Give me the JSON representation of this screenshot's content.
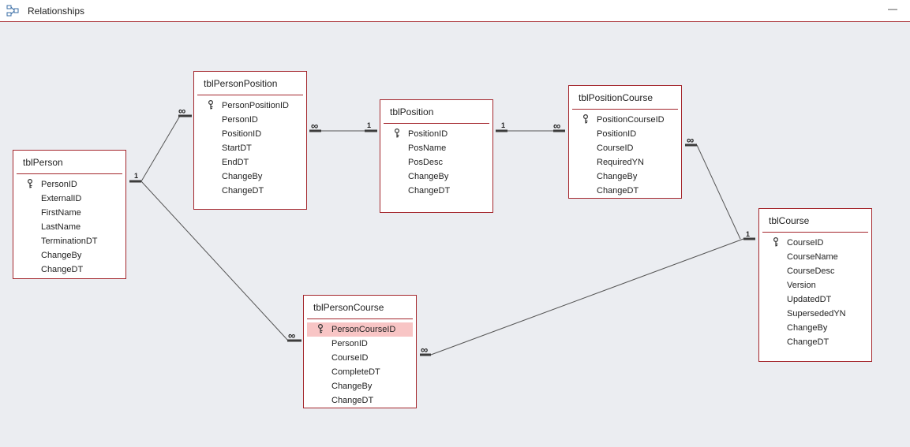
{
  "window": {
    "title": "Relationships",
    "minimize_label": "—"
  },
  "tables": {
    "tblPerson": {
      "name": "tblPerson",
      "fields": [
        "PersonID",
        "ExternalID",
        "FirstName",
        "LastName",
        "TerminationDT",
        "ChangeBy",
        "ChangeDT"
      ],
      "key_fields": [
        "PersonID"
      ]
    },
    "tblPersonPosition": {
      "name": "tblPersonPosition",
      "fields": [
        "PersonPositionID",
        "PersonID",
        "PositionID",
        "StartDT",
        "EndDT",
        "ChangeBy",
        "ChangeDT"
      ],
      "key_fields": [
        "PersonPositionID"
      ]
    },
    "tblPosition": {
      "name": "tblPosition",
      "fields": [
        "PositionID",
        "PosName",
        "PosDesc",
        "ChangeBy",
        "ChangeDT"
      ],
      "key_fields": [
        "PositionID"
      ]
    },
    "tblPositionCourse": {
      "name": "tblPositionCourse",
      "fields": [
        "PositionCourseID",
        "PositionID",
        "CourseID",
        "RequiredYN",
        "ChangeBy",
        "ChangeDT"
      ],
      "key_fields": [
        "PositionCourseID"
      ]
    },
    "tblCourse": {
      "name": "tblCourse",
      "fields": [
        "CourseID",
        "CourseName",
        "CourseDesc",
        "Version",
        "UpdatedDT",
        "SupersededYN",
        "ChangeBy",
        "ChangeDT"
      ],
      "key_fields": [
        "CourseID"
      ]
    },
    "tblPersonCourse": {
      "name": "tblPersonCourse",
      "fields": [
        "PersonCourseID",
        "PersonID",
        "CourseID",
        "CompleteDT",
        "ChangeBy",
        "ChangeDT"
      ],
      "key_fields": [
        "PersonCourseID"
      ],
      "selected_field": "PersonCourseID"
    }
  },
  "cardinality": {
    "one": "1",
    "many": "∞"
  },
  "colors": {
    "border": "#a4262c",
    "canvas": "#ebedf1",
    "selection": "#f8c5c5"
  }
}
